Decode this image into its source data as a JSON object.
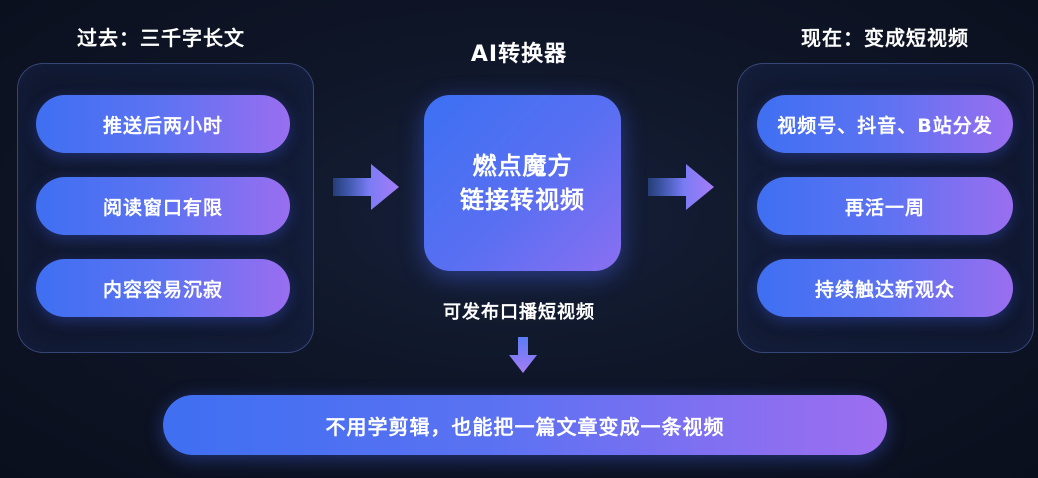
{
  "headings": {
    "left": "过去：三千字长文",
    "center": "AI转换器",
    "right": "现在：变成短视频"
  },
  "left_panel": {
    "items": [
      "推送后两小时",
      "阅读窗口有限",
      "内容容易沉寂"
    ]
  },
  "converter": {
    "line1": "燃点魔方",
    "line2": "链接转视频"
  },
  "right_panel": {
    "items": [
      "视频号、抖音、B站分发",
      "再活一周",
      "持续触达新观众"
    ]
  },
  "sub_caption": "可发布口播短视频",
  "bottom_banner": "不用学剪辑，也能把一篇文章变成一条视频",
  "colors": {
    "background": "#0f1628",
    "pill_start": "#3f6ff2",
    "pill_end": "#9a6ef0",
    "arrow_start": "#4a7cf5",
    "arrow_end": "#a57cf6"
  },
  "icons": {
    "arrow_left": "arrow-right-icon",
    "arrow_right": "arrow-right-icon",
    "arrow_down": "arrow-down-icon"
  }
}
